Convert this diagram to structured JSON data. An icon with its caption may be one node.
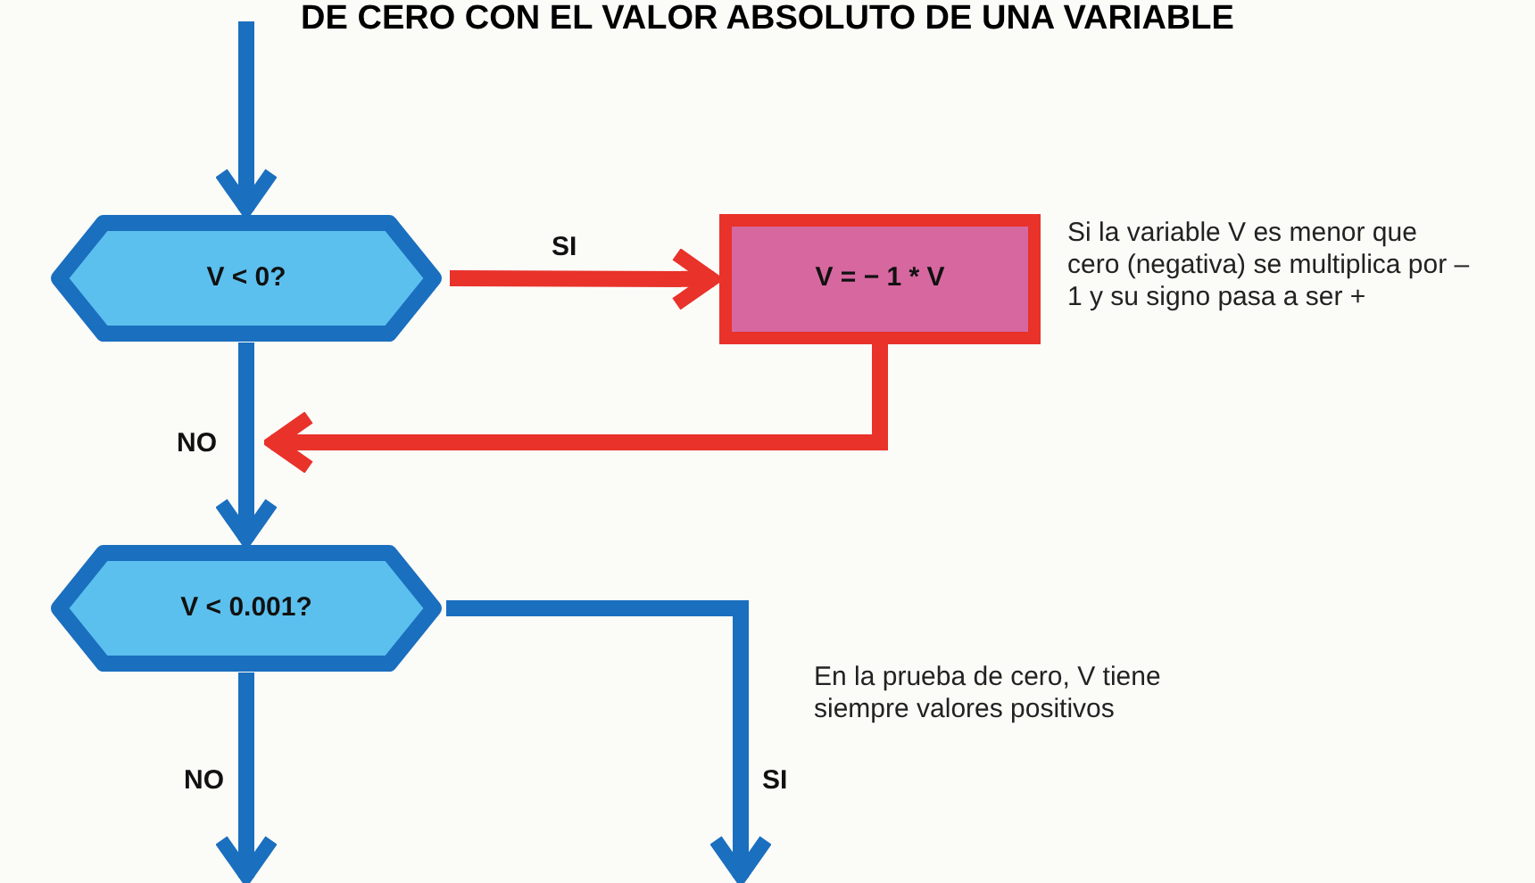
{
  "diagram": {
    "title": "DE CERO CON EL VALOR ABSOLUTO DE UNA VARIABLE",
    "nodes": [
      {
        "text": [
          "V < 0?"
        ]
      },
      {
        "text": [
          "V = − 1 * V"
        ]
      },
      {
        "text": [
          "V < 0.001?"
        ]
      }
    ],
    "edges": [
      {
        "from": null,
        "to": 0,
        "arrow": "to"
      },
      {
        "from": 0,
        "to": 1,
        "arrow": "to",
        "label": "SI",
        "color": "#e8322a"
      },
      {
        "from": 1,
        "to": 2,
        "arrow": "to",
        "color": "#e8322a"
      },
      {
        "from": 0,
        "to": 2,
        "arrow": "to",
        "label": "NO"
      },
      {
        "from": 2,
        "to": null,
        "arrow": "to",
        "label": "NO"
      },
      {
        "from": 2,
        "to": null,
        "arrow": "to",
        "label": "SI"
      }
    ],
    "labels": [
      "Si la variable V es menor que cero (negativa) se multiplica por – 1 y su signo pasa a ser +",
      "En la prueba de cero, V tiene siempre valores positivos"
    ]
  }
}
